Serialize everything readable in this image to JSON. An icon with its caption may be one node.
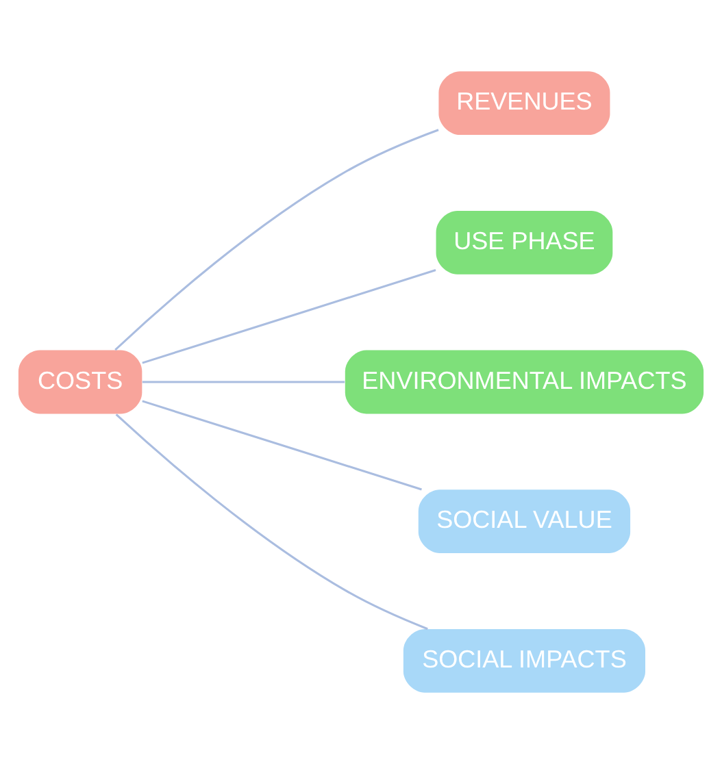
{
  "diagram": {
    "nodes": [
      {
        "text": [
          "COSTS"
        ]
      },
      {
        "text": [
          "REVENUES"
        ]
      },
      {
        "text": [
          "USE PHASE"
        ]
      },
      {
        "text": [
          "ENVIRONMENTAL IMPACTS"
        ]
      },
      {
        "text": [
          "SOCIAL VALUE"
        ]
      },
      {
        "text": [
          "SOCIAL IMPACTS"
        ]
      }
    ],
    "edges": [
      {
        "from": 0,
        "to": 1,
        "arrow": "none"
      },
      {
        "from": 0,
        "to": 2,
        "arrow": "none"
      },
      {
        "from": 0,
        "to": 3,
        "arrow": "none"
      },
      {
        "from": 0,
        "to": 4,
        "arrow": "none"
      },
      {
        "from": 0,
        "to": 5,
        "arrow": "none"
      }
    ]
  }
}
